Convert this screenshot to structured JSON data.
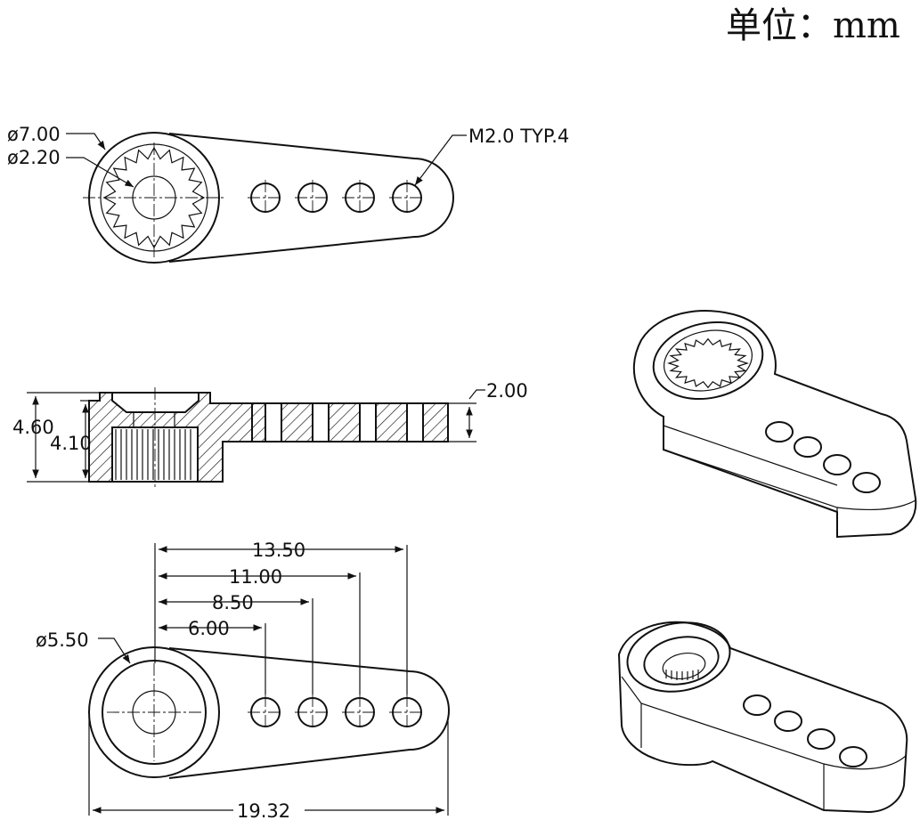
{
  "title": {
    "unit_label": "单位：mm"
  },
  "top_view": {
    "outer_diameter": "ø7.00",
    "spline_diameter": "ø2.20",
    "hole_spec": "M2.0  TYP.4"
  },
  "section_view": {
    "total_height": "4.60",
    "hub_height": "4.10",
    "arm_thickness": "2.00"
  },
  "bottom_view": {
    "hub_diameter": "ø5.50",
    "hole_pitch_4": "13.50",
    "hole_pitch_3": "11.00",
    "hole_pitch_2": "8.50",
    "hole_pitch_1": "6.00",
    "overall_length": "19.32"
  }
}
